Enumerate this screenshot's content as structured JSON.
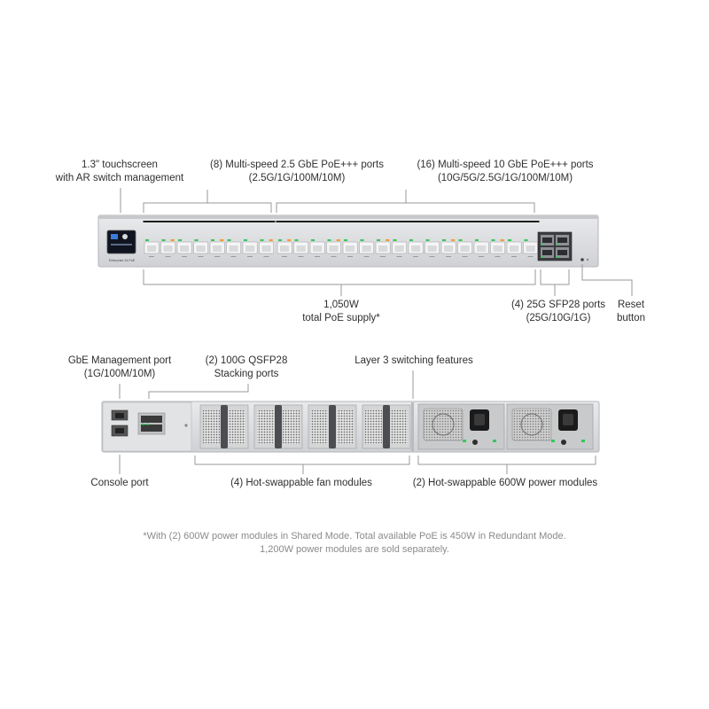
{
  "front": {
    "touchscreen": {
      "line1": "1.3\" touchscreen",
      "line2": "with AR switch management"
    },
    "ports_25g_poe": {
      "line1": "(8) Multi-speed 2.5 GbE PoE+++ ports",
      "line2": "(2.5G/1G/100M/10M)"
    },
    "ports_10g_poe": {
      "line1": "(16) Multi-speed 10 GbE PoE+++ ports",
      "line2": "(10G/5G/2.5G/1G/100M/10M)"
    },
    "poe_supply": {
      "line1": "1,050W",
      "line2": "total PoE supply*"
    },
    "sfp28": {
      "line1": "(4) 25G SFP28 ports",
      "line2": "(25G/10G/1G)"
    },
    "reset": {
      "line1": "Reset",
      "line2": "button"
    },
    "brand_text": "Enterprise 24 PoE"
  },
  "rear": {
    "mgmt_port": {
      "line1": "GbE Management port",
      "line2": "(1G/100M/10M)"
    },
    "qsfp28": {
      "line1": "(2) 100G QSFP28",
      "line2": "Stacking ports"
    },
    "layer3": {
      "line1": "Layer 3 switching features"
    },
    "console": {
      "line1": "Console port"
    },
    "fans": {
      "line1": "(4) Hot-swappable fan modules"
    },
    "psu": {
      "line1": "(2) Hot-swappable 600W power modules"
    }
  },
  "footnote": {
    "line1": "*With (2) 600W power modules in Shared Mode. Total available PoE is 450W in Redundant Mode.",
    "line2": "1,200W power modules are sold separately."
  },
  "colors": {
    "chassis": "#dcdde0",
    "chassis_edge": "#b4b6ba",
    "port_face": "#f5f5f5",
    "led_green": "#36c75a",
    "led_orange": "#f19a2c",
    "screen": "#101421"
  }
}
